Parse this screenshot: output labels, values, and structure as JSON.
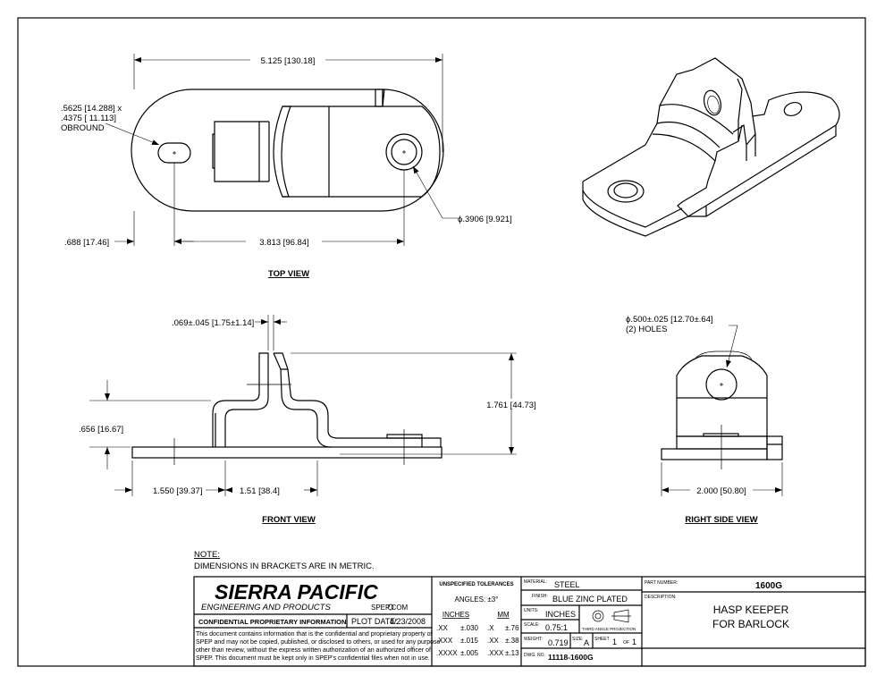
{
  "top_view": {
    "label": "TOP VIEW",
    "overall_length": "5.125 [130.18]",
    "hole_spacing": "3.813 [96.84]",
    "edge_offset": ".688 [17.46]",
    "slot_callout": [
      ".5625 [14.288] x",
      ".4375 [ 11.113]",
      "OBROUND"
    ],
    "hole_diameter": "ϕ.3906 [9.921]"
  },
  "front_view": {
    "label": "FRONT VIEW",
    "gap": ".069±.045 [1.75±1.14]",
    "height": "1.761 [44.73]",
    "flange_height": ".656 [16.67]",
    "offset_left": "1.550 [39.37]",
    "offset_right": "1.51 [38.4]"
  },
  "right_side_view": {
    "label": "RIGHT SIDE VIEW",
    "hole_callout": [
      "ϕ.500±.025 [12.70±.64]",
      "(2) HOLES"
    ],
    "width": "2.000 [50.80]"
  },
  "note": {
    "title": "NOTE:",
    "text": "DIMENSIONS IN BRACKETS ARE IN METRIC."
  },
  "title_block": {
    "company": "SIERRA PACIFIC",
    "company_sub": "ENGINEERING AND PRODUCTS",
    "website": "SPEP.COM",
    "confidential": "CONFIDENTIAL PROPRIETARY INFORMATION",
    "plot_date_label": "PLOT DATE:",
    "plot_date": "4/23/2008",
    "disclaimer": [
      "This document contains information that is the confidential and proprietary property of",
      "SPEP and may not be copied, published, or disclosed to others, or used for any purpose",
      "other than review, without the express written authorization of an authorized officer of",
      "SPEP. This document must be kept only in SPEP's confidential files when not in use."
    ],
    "tolerances": {
      "title": "UNSPECIFIED TOLERANCES",
      "angles": "ANGLES:  ±3°",
      "inches_header": "INCHES",
      "mm_header": "MM",
      "rows": [
        {
          "in": ".XX",
          "in_tol": "±.030",
          "mm": ".X",
          "mm_tol": "±.76"
        },
        {
          "in": ".XXX",
          "in_tol": "±.015",
          "mm": ".XX",
          "mm_tol": "±.38"
        },
        {
          "in": ".XXXX",
          "in_tol": "±.005",
          "mm": ".XXX",
          "mm_tol": "±.13"
        }
      ]
    },
    "material_label": "MATERIAL:",
    "material": "STEEL",
    "finish_label": "FINISH:",
    "finish": "BLUE ZINC PLATED",
    "units_label": "UNITS:",
    "units": "INCHES",
    "scale_label": "SCALE:",
    "scale": "0.75:1",
    "projection": "THIRD ANGLE PROJECTION",
    "weight_label": "WEIGHT:",
    "weight": "0.719",
    "size_label": "SIZE:",
    "size": "A",
    "sheet_label": "SHEET",
    "sheet": "1",
    "of_label": "OF",
    "sheet_total": "1",
    "dwg_no_label": "DWG. NO.",
    "dwg_no": "11118-1600G",
    "part_number_label": "PART NUMBER:",
    "part_number": "1600G",
    "description_label": "DESCRIPTION:",
    "description": [
      "HASP KEEPER",
      "FOR BARLOCK"
    ]
  }
}
